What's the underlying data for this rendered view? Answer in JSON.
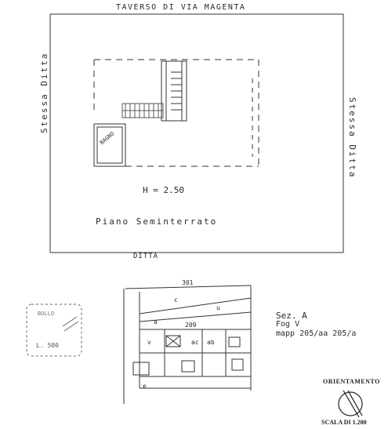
{
  "top_street": "TAVERSO DI VIA MAGENTA",
  "left_side": "Stessa Ditta",
  "right_side": "Stessa Ditta",
  "bottom_side": "DITTA",
  "height_label": "H = 2.50",
  "floor_label": "Piano Seminterrato",
  "room_label": "BAGNO",
  "map": {
    "top_number": "301",
    "parcels": [
      "c",
      "u",
      "a",
      "209",
      "v",
      "ab",
      "ac",
      "e"
    ]
  },
  "stamp_text": "BOLLO",
  "stamp_value": "L. 500",
  "cadastral": {
    "section": "Sez. A",
    "sheet": "Fog V",
    "parcels": "mapp 205/aa  205/a"
  },
  "orientation_label": "ORIENTAMENTO",
  "scale_label": "SCALA DI 1.200"
}
